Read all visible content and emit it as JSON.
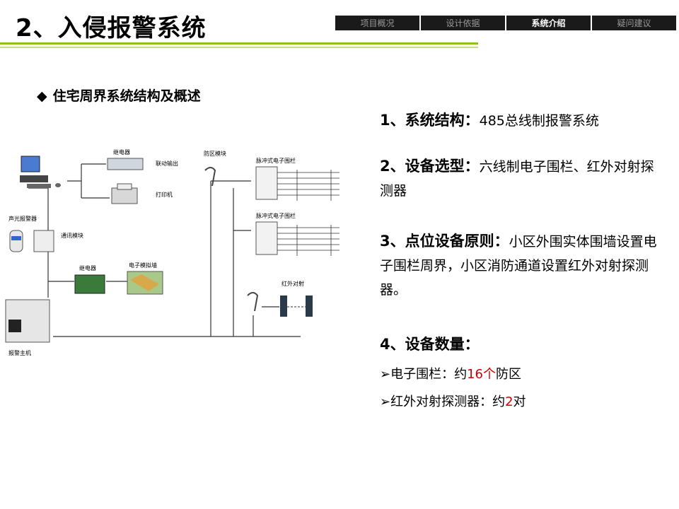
{
  "header": {
    "title": "2、入侵报警系统",
    "tabs": [
      {
        "label": "项目概况"
      },
      {
        "label": "设计依据"
      },
      {
        "label": "系统介绍",
        "active": true
      },
      {
        "label": "疑问建议"
      }
    ]
  },
  "section": {
    "subtitle": "住宅周界系统结构及概述"
  },
  "diagram": {
    "relay_top": "继电器",
    "linkage_output": "联动输出",
    "printer": "打印机",
    "sound_light_alarm": "声光报警器",
    "comm_module": "通讯模块",
    "relay_bottom": "继电器",
    "electronic_map": "电子模拟墙",
    "alarm_host": "报警主机",
    "zone_module": "防区模块",
    "fence_1": "脉冲式电子围栏",
    "fence_2": "脉冲式电子围栏",
    "infrared": "红外对射"
  },
  "points": [
    {
      "head": "1、系统结构：",
      "text": "485总线制报警系统"
    },
    {
      "head": "2、设备选型：",
      "text": "六线制电子围栏、红外对射探测器"
    },
    {
      "head": "3、点位设备原则：",
      "text": "小区外围实体围墙设置电子围栏周界，小区消防通道设置红外对射探测器。"
    },
    {
      "head": "4、设备数量：",
      "text": ""
    }
  ],
  "quantities": [
    {
      "marker": "➢",
      "prefix": "电子围栏：约",
      "value": "16个",
      "suffix": "防区"
    },
    {
      "marker": "➢",
      "prefix": "红外对射探测器：约",
      "value": "2",
      "suffix": "对"
    }
  ],
  "colors": {
    "accent_green": "#8dc21f",
    "highlight_red": "#d00000",
    "nav_bg": "#1a1a1a"
  }
}
